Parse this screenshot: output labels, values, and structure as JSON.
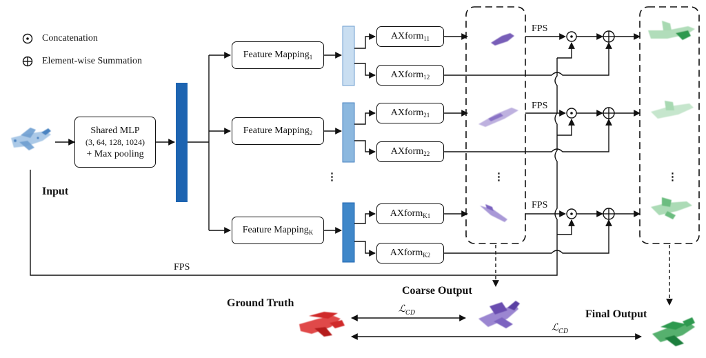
{
  "legend": {
    "concat_symbol": "⊙",
    "concat_label": "Concatenation",
    "sum_symbol": "⊕",
    "sum_label": "Element-wise Summation"
  },
  "input_label": "Input",
  "shared_mlp": {
    "line1": "Shared MLP",
    "line2": "(3, 64, 128, 1024)",
    "line3": "+ Max pooling"
  },
  "feature_mapping": {
    "base": "Feature Mapping",
    "subs": [
      "1",
      "2",
      "K"
    ]
  },
  "axform": {
    "base": "AXform",
    "subs": [
      "11",
      "12",
      "21",
      "22",
      "K1",
      "K2"
    ]
  },
  "fps_label": "FPS",
  "ellipsis": "⋮",
  "coarse_output_label": "Coarse Output",
  "ground_truth_label": "Ground Truth",
  "final_output_label": "Final Output",
  "loss_base": "ℒ",
  "loss_sub": "CD",
  "colors": {
    "input": "#6f9fd0",
    "global_feature": "#1d64b1",
    "feat_1": "#c9def1",
    "feat_2": "#8cb8df",
    "feat_k": "#3f87c9",
    "coarse": "#6a4eb0",
    "coarse_light": "#b7a8dc",
    "final": "#2e9950",
    "final_light": "#a8d9b2",
    "ground_truth": "#d02a2a"
  }
}
